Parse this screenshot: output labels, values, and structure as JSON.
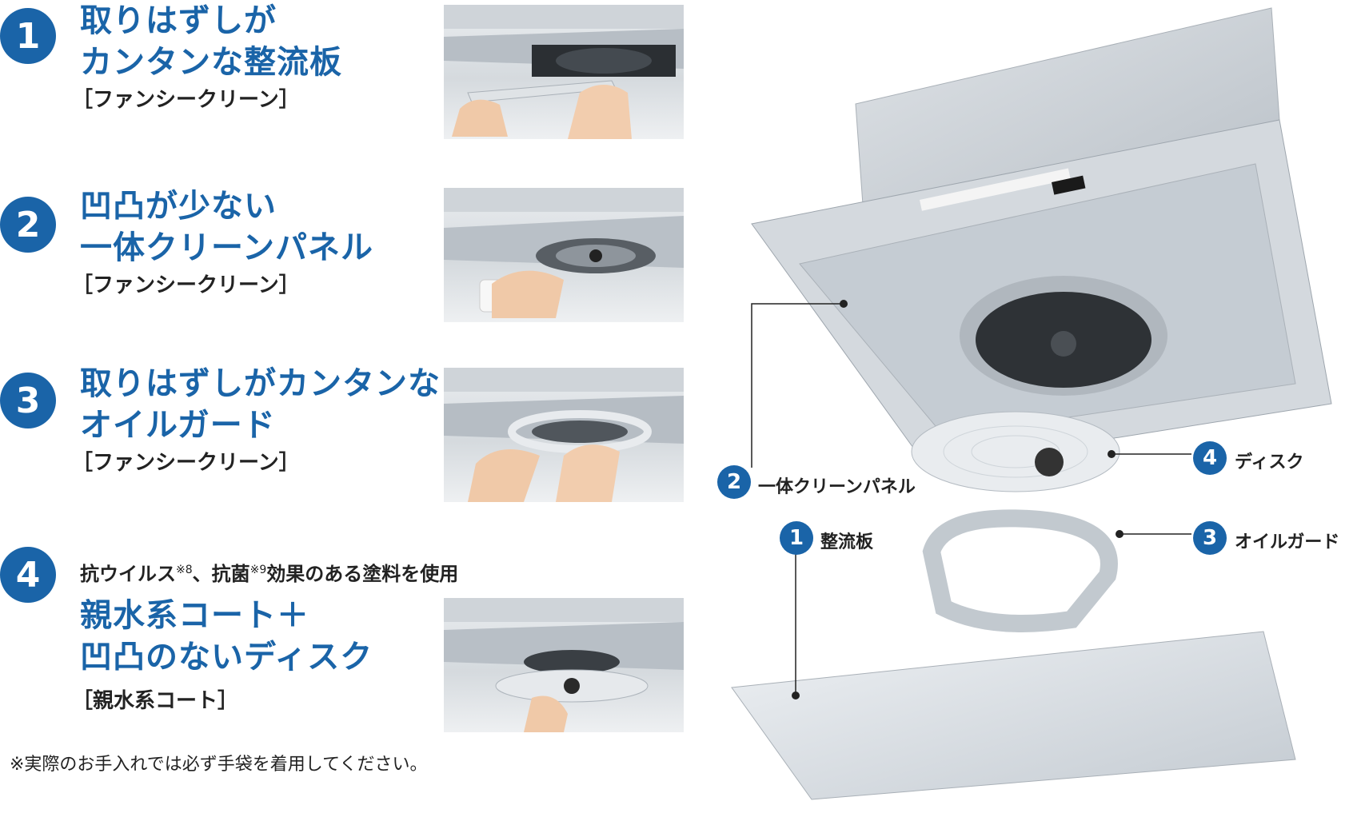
{
  "features": [
    {
      "number": "1",
      "title_lines": [
        "取りはずしが",
        "カンタンな整流板"
      ],
      "tag": "［ファンシークリーン］"
    },
    {
      "number": "2",
      "title_lines": [
        "凹凸が少ない",
        "一体クリーンパネル"
      ],
      "tag": "［ファンシークリーン］"
    },
    {
      "number": "3",
      "title_lines": [
        "取りはずしがカンタンな",
        "オイルガード"
      ],
      "tag": "［ファンシークリーン］"
    },
    {
      "number": "4",
      "subnote_parts": [
        "抗ウイルス",
        "※8",
        "、抗菌",
        "※9",
        "効果のある塗料を使用"
      ],
      "title_lines": [
        "親水系コート＋",
        "凹凸のないディスク"
      ],
      "tag": "［親水系コート］"
    }
  ],
  "footnote": "※実際のお手入れでは必ず手袋を着用してください。",
  "diagram_labels": [
    {
      "number": "2",
      "text": "一体クリーンパネル"
    },
    {
      "number": "4",
      "text": "ディスク"
    },
    {
      "number": "1",
      "text": "整流板"
    },
    {
      "number": "3",
      "text": "オイルガード"
    }
  ],
  "colors": {
    "accent": "#1a64a8",
    "text": "#222222",
    "metal": "#c9cfd5"
  },
  "icons": [
    "hand-cleaning-photo",
    "range-hood-exploded-view"
  ]
}
